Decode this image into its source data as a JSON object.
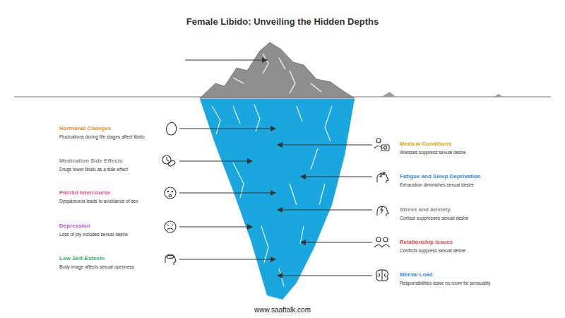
{
  "diagram": {
    "title": "Female Libido: Unveiling the Hidden Depths",
    "nodes": [
      {
        "text": [
          "Hormonal Changes",
          "Fluctuations during life stages affect libido"
        ]
      },
      {
        "text": [
          "Medical Conditions",
          "Illnesses suppress sexual desire"
        ]
      },
      {
        "text": [
          "Medication Side Effects",
          "Drugs lower libido as a side effect"
        ]
      },
      {
        "text": [
          "Fatigue and Sleep Deprivation",
          "Exhaustion diminishes sexual desire"
        ]
      },
      {
        "text": [
          "Painful Intercourse",
          "Dyspareunia leads to avoidance of sex"
        ]
      },
      {
        "text": [
          "Stress and Anxiety",
          "Cortisol suppresses sexual desire"
        ]
      },
      {
        "text": [
          "Depression",
          "Loss of joy includes sexual desire"
        ]
      },
      {
        "text": [
          "Relationship Issues",
          "Conflicts suppress sexual desire"
        ]
      },
      {
        "text": [
          "Low Self-Esteem",
          "Body image affects sexual openness"
        ]
      },
      {
        "text": [
          "Mental Load",
          "Responsibilities leave no room for sensuality"
        ]
      }
    ],
    "labels": [
      "www.saaftalk.com"
    ]
  }
}
